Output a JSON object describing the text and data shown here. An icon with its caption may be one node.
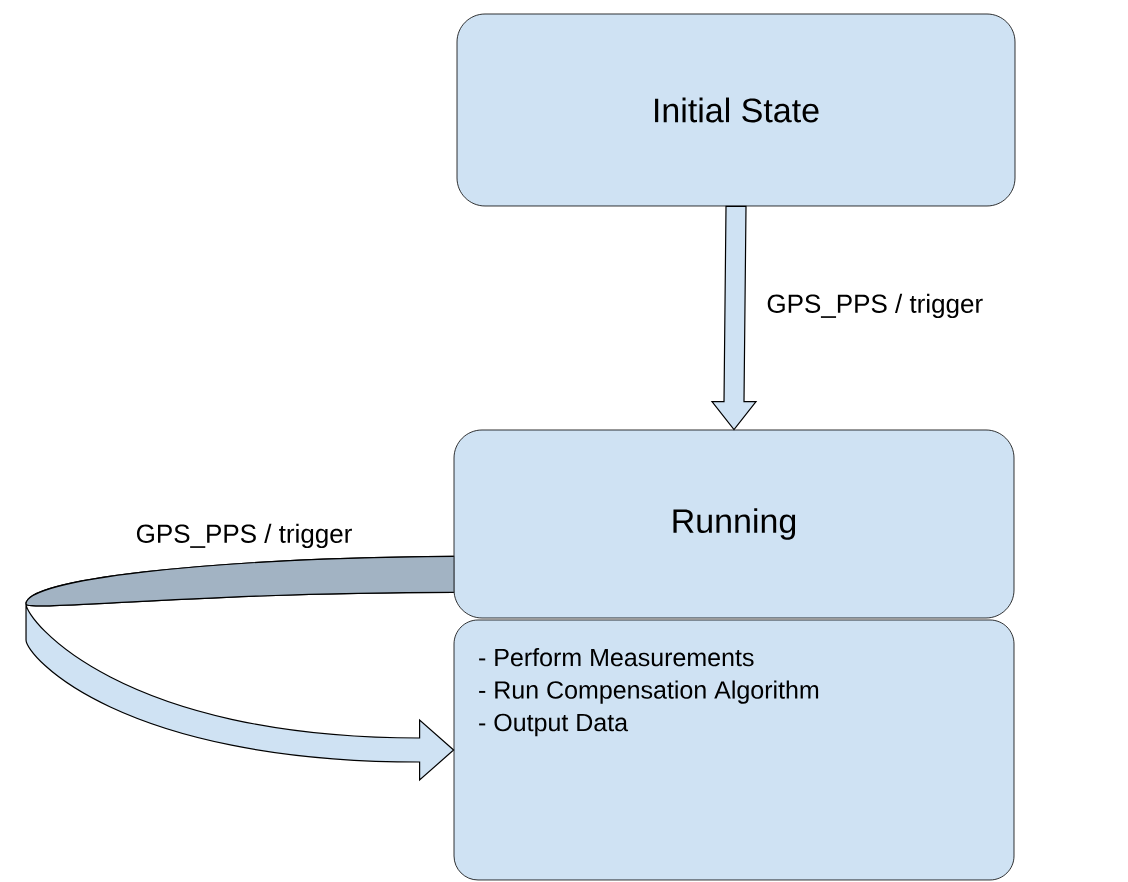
{
  "diagram": {
    "nodes": [
      {
        "text": [
          "Initial State"
        ]
      },
      {
        "text": [
          "Running"
        ]
      },
      {
        "text": [
          "- Perform Measurements",
          "- Run Compensation Algorithm",
          "- Output Data"
        ]
      }
    ],
    "edges": [
      {
        "from": 0,
        "to": 1,
        "arrow": "to",
        "label": "GPS_PPS / trigger"
      },
      {
        "from": 1,
        "to": 2,
        "arrow": "to",
        "label": "GPS_PPS / trigger"
      }
    ]
  }
}
